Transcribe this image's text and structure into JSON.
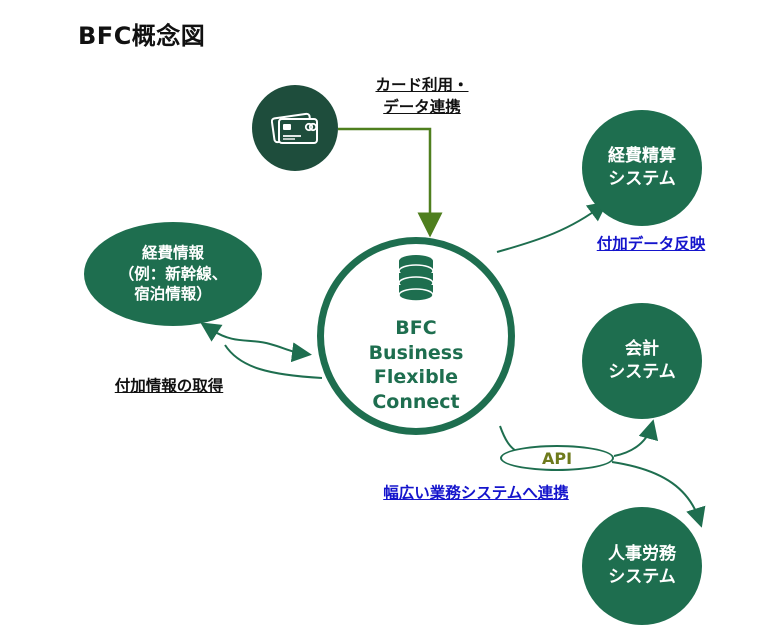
{
  "title": "BFC概念図",
  "hub": {
    "line1": "BFC",
    "line2": "Business\nFlexible\nConnect"
  },
  "nodes": {
    "expense_info": "経費情報\n（例：新幹線、\n宿泊情報）",
    "expense_system": "経費精算\nシステム",
    "accounting_system": "会計\nシステム",
    "hr_system": "人事労務\nシステム"
  },
  "labels": {
    "card_link": "カード利用・\nデータ連携",
    "reflect": "付加データ反映",
    "acquire": "付加情報の取得",
    "integrate": "幅広い業務システムへ連携",
    "api": "API"
  },
  "icons": {
    "card": "credit-card-icon",
    "database": "database-icon"
  },
  "colors": {
    "primary": "#1e6e4f",
    "icon_bg": "#1e4d3c",
    "arrow_olive": "#4f7f1e",
    "link_blue": "#1515cc",
    "api_text": "#6e7a1c"
  }
}
